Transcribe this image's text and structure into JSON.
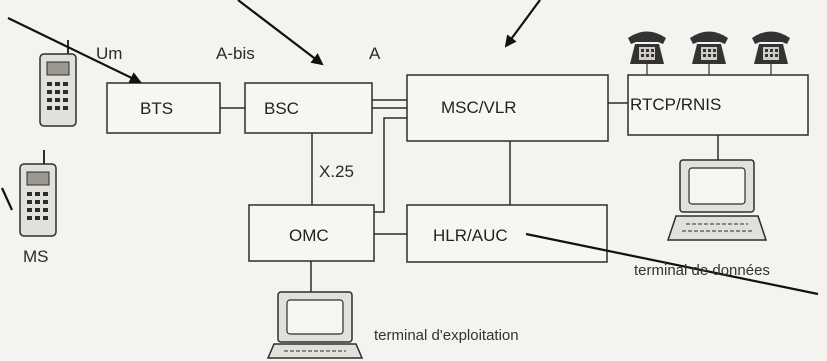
{
  "nodes": {
    "bts": "BTS",
    "bsc": "BSC",
    "msc_vlr": "MSC/VLR",
    "rtcp_rnis": "RTCP/RNIS",
    "omc": "OMC",
    "hlr_auc": "HLR/AUC"
  },
  "interfaces": {
    "um": "Um",
    "a_bis": "A-bis",
    "a": "A",
    "x25": "X.25"
  },
  "labels": {
    "ms": "MS",
    "terminal_donnees": "terminal de données",
    "terminal_exploitation": "terminal d'exploitation"
  },
  "icons": {
    "phone": "telephone-icon",
    "mobile": "mobile-phone-icon",
    "computer": "computer-terminal-icon"
  },
  "colors": {
    "line": "#2d2d2d",
    "box_fill": "#f7f6f2",
    "device_fill": "#e2e0da",
    "phone_fill": "#333333"
  }
}
